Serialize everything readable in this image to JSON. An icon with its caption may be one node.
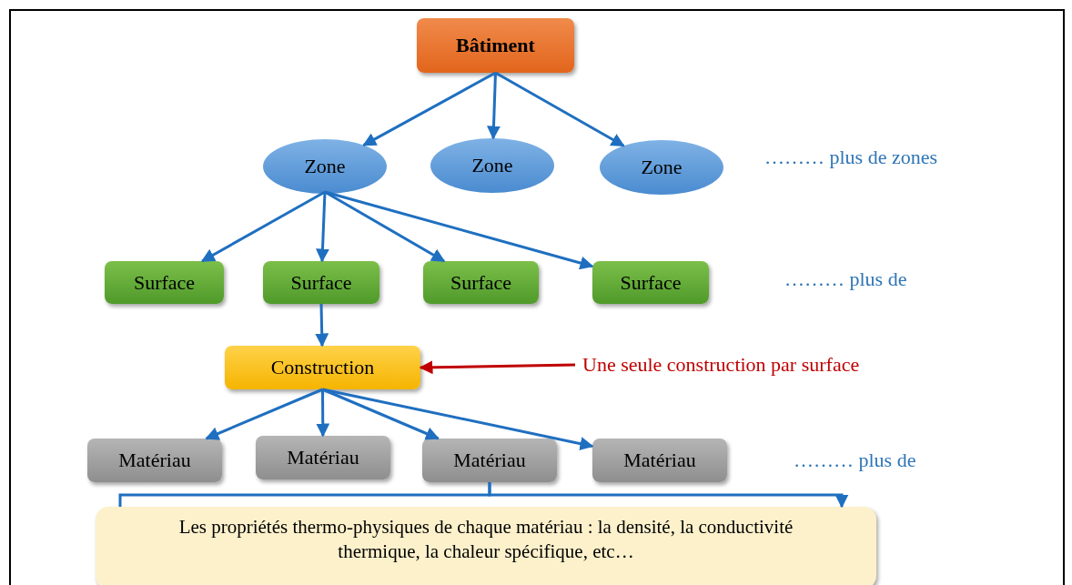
{
  "diagram": {
    "nodes": [
      {
        "text": [
          "Bâtiment"
        ]
      },
      {
        "text": [
          "Zone"
        ]
      },
      {
        "text": [
          "Zone"
        ]
      },
      {
        "text": [
          "Zone"
        ]
      },
      {
        "text": [
          "Surface"
        ]
      },
      {
        "text": [
          "Surface"
        ]
      },
      {
        "text": [
          "Surface"
        ]
      },
      {
        "text": [
          "Surface"
        ]
      },
      {
        "text": [
          "Construction"
        ]
      },
      {
        "text": [
          "Matériau"
        ]
      },
      {
        "text": [
          "Matériau"
        ]
      },
      {
        "text": [
          "Matériau"
        ]
      },
      {
        "text": [
          "Matériau"
        ]
      },
      {
        "text": [
          "Les propriétés thermo-physiques de chaque matériau : la densité, la conductivité thermique, la chaleur spécifique, etc…"
        ]
      },
      {
        "text": [
          "Une seule construction par surface"
        ]
      }
    ],
    "edges": [
      {
        "from": 0,
        "to": 1,
        "arrow": "to"
      },
      {
        "from": 0,
        "to": 2,
        "arrow": "to"
      },
      {
        "from": 0,
        "to": 3,
        "arrow": "to"
      },
      {
        "from": 1,
        "to": 4,
        "arrow": "to"
      },
      {
        "from": 1,
        "to": 5,
        "arrow": "to"
      },
      {
        "from": 1,
        "to": 6,
        "arrow": "to"
      },
      {
        "from": 1,
        "to": 7,
        "arrow": "to"
      },
      {
        "from": 5,
        "to": 8,
        "arrow": "to"
      },
      {
        "from": 8,
        "to": 9,
        "arrow": "to"
      },
      {
        "from": 8,
        "to": 10,
        "arrow": "to"
      },
      {
        "from": 8,
        "to": 11,
        "arrow": "to"
      },
      {
        "from": 8,
        "to": 12,
        "arrow": "to"
      },
      {
        "from": 14,
        "to": 8,
        "arrow": "to",
        "color": "#c00000"
      },
      {
        "from": 11,
        "to": 13,
        "arrow": "none"
      },
      {
        "from": 11,
        "to": 13,
        "arrow": "to"
      }
    ],
    "labels": [
      "……… plus de zones",
      "……… plus de",
      "……… plus de"
    ]
  }
}
